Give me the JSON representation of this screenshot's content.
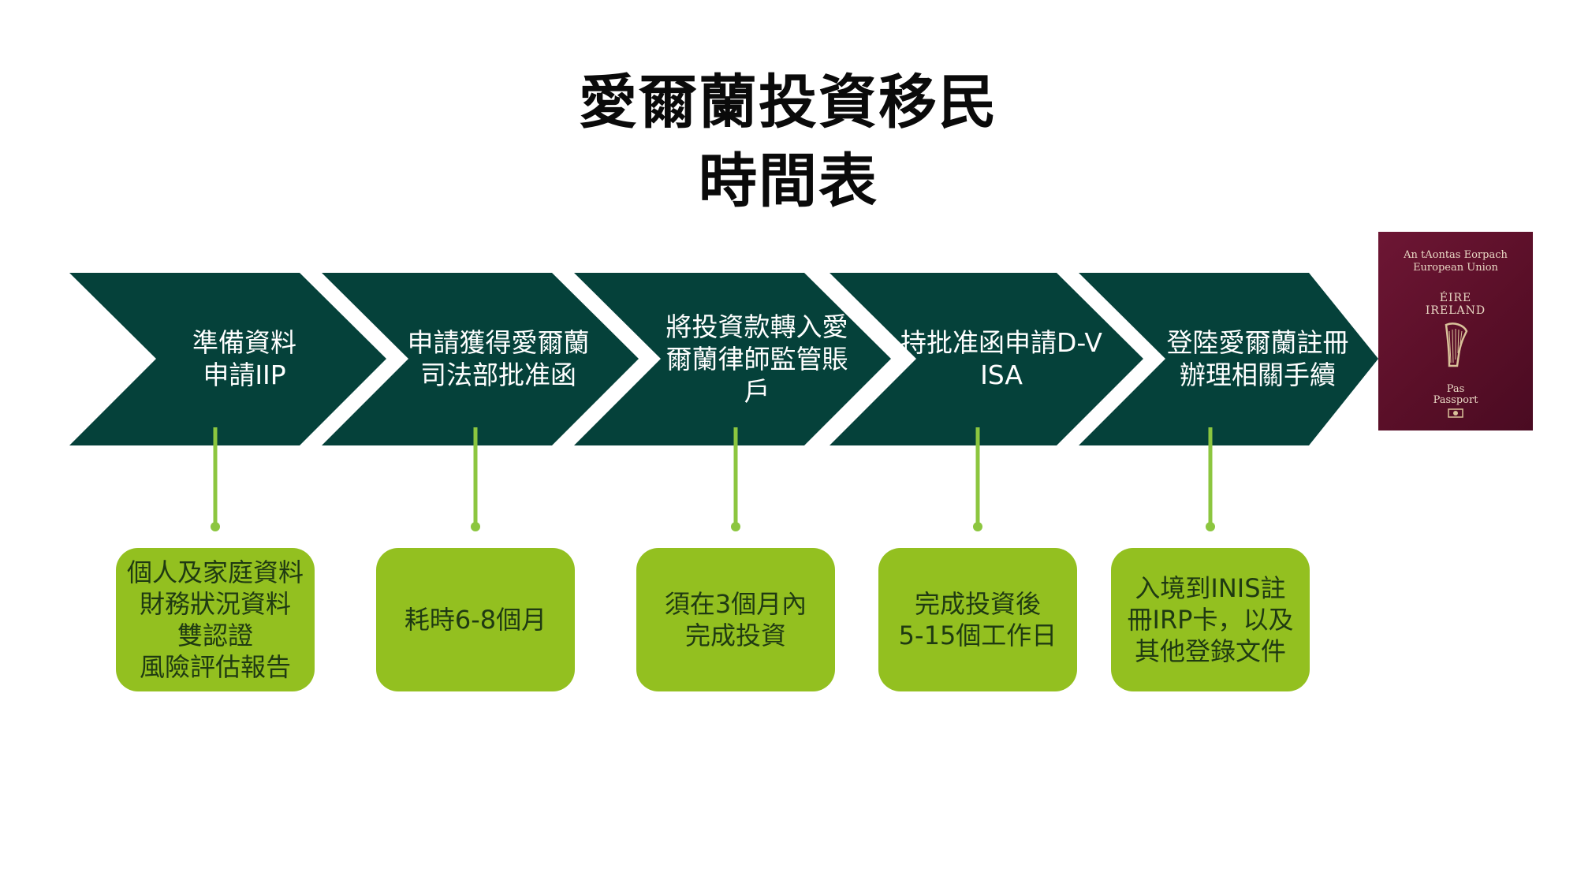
{
  "title": {
    "line1": "愛爾蘭投資移民",
    "line2": "時間表"
  },
  "steps": [
    {
      "label": "準備資料\n申請IIP",
      "detail": "個人及家庭資料\n財務狀況資料\n雙認證\n風險評估報告"
    },
    {
      "label": "申請獲得愛爾蘭司法部批准函",
      "detail": "耗時6-8個月"
    },
    {
      "label": "將投資款轉入愛爾蘭律師監管賬戶",
      "detail": "須在3個月內\n完成投資"
    },
    {
      "label": "持批准函申請D-VISA",
      "detail": "完成投資後\n5-15個工作日"
    },
    {
      "label": "登陸愛爾蘭註冊辦理相關手續",
      "detail": "入境到INIS註\n冊IRP卡，以及\n其他登錄文件"
    }
  ],
  "passport": {
    "line1": "An tAontas Eorpach",
    "line2": "European Union",
    "line3": "ÉIRE",
    "line4": "IRELAND",
    "line5": "Pas",
    "line6": "Passport"
  },
  "colors": {
    "chevron": "#05413a",
    "box": "#93c020",
    "connector": "#8cc63f"
  }
}
